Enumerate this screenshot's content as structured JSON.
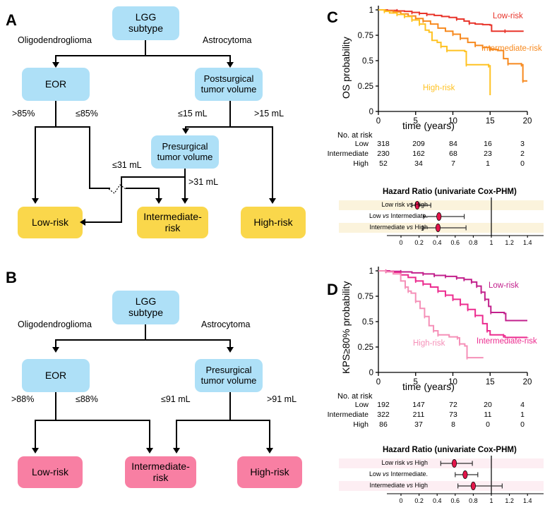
{
  "figure": {
    "panels": [
      "A",
      "B",
      "C",
      "D"
    ]
  },
  "panelA": {
    "letter": "A",
    "nodes": {
      "root": "LGG\nsubtype",
      "left": "EOR",
      "right": "Postsurgical\ntumor volume",
      "mid": "Presurgical\ntumor volume",
      "low": "Low-risk",
      "intermediate": "Intermediate-\nrisk",
      "high": "High-risk"
    },
    "edges": {
      "oligo": "Oligodendroglioma",
      "astro": "Astrocytoma",
      "eor_gt": ">85%",
      "eor_le": "≤85%",
      "post_le": "≤15 mL",
      "post_gt": ">15 mL",
      "pre_le": "≤31 mL",
      "pre_gt": ">31 mL"
    }
  },
  "panelB": {
    "letter": "B",
    "nodes": {
      "root": "LGG\nsubtype",
      "left": "EOR",
      "right": "Presurgical\ntumor volume",
      "low": "Low-risk",
      "intermediate": "Intermediate-\nrisk",
      "high": "High-risk"
    },
    "edges": {
      "oligo": "Oligodendroglioma",
      "astro": "Astrocytoma",
      "eor_gt": ">88%",
      "eor_le": "≤88%",
      "pre_le": "≤91 mL",
      "pre_gt": ">91 mL"
    }
  },
  "panelC": {
    "letter": "C",
    "chart_data": {
      "type": "line",
      "title": "",
      "xlabel": "time (years)",
      "ylabel": "OS probability",
      "xlim": [
        0,
        20
      ],
      "ylim": [
        0,
        1
      ],
      "xticks": [
        "0",
        "5",
        "10",
        "15",
        "20"
      ],
      "yticks": [
        "0",
        "0.25",
        "0.5",
        "0.75",
        "1"
      ],
      "grid": false,
      "legend_position": "inline-right",
      "series": [
        {
          "name": "Low-risk",
          "color": "#e8342a",
          "points": [
            [
              0,
              1.0
            ],
            [
              1.2,
              0.995
            ],
            [
              2.5,
              0.99
            ],
            [
              3.5,
              0.985
            ],
            [
              4.5,
              0.975
            ],
            [
              5.5,
              0.965
            ],
            [
              6.5,
              0.955
            ],
            [
              7.5,
              0.945
            ],
            [
              8.5,
              0.935
            ],
            [
              9.5,
              0.925
            ],
            [
              10.5,
              0.91
            ],
            [
              11.5,
              0.89
            ],
            [
              12.2,
              0.87
            ],
            [
              13.0,
              0.86
            ],
            [
              14.0,
              0.855
            ],
            [
              15.0,
              0.85
            ],
            [
              15.2,
              0.79
            ],
            [
              17.0,
              0.79
            ],
            [
              19.5,
              0.79
            ]
          ]
        },
        {
          "name": "Intermediate-risk",
          "color": "#f7891e",
          "points": [
            [
              0,
              1.0
            ],
            [
              1.0,
              0.99
            ],
            [
              2.0,
              0.98
            ],
            [
              3.0,
              0.96
            ],
            [
              4.0,
              0.94
            ],
            [
              5.0,
              0.915
            ],
            [
              6.0,
              0.89
            ],
            [
              7.0,
              0.86
            ],
            [
              8.0,
              0.82
            ],
            [
              9.0,
              0.79
            ],
            [
              10.0,
              0.76
            ],
            [
              11.0,
              0.72
            ],
            [
              12.0,
              0.68
            ],
            [
              13.0,
              0.65
            ],
            [
              14.0,
              0.63
            ],
            [
              15.0,
              0.61
            ],
            [
              16.0,
              0.6
            ],
            [
              16.8,
              0.52
            ],
            [
              17.4,
              0.47
            ],
            [
              19.2,
              0.46
            ],
            [
              19.4,
              0.3
            ],
            [
              20.0,
              0.3
            ]
          ]
        },
        {
          "name": "High-risk",
          "color": "#ffc222",
          "points": [
            [
              0,
              1.0
            ],
            [
              0.8,
              0.985
            ],
            [
              1.5,
              0.97
            ],
            [
              2.5,
              0.955
            ],
            [
              3.5,
              0.935
            ],
            [
              4.5,
              0.9
            ],
            [
              5.5,
              0.86
            ],
            [
              6.3,
              0.8
            ],
            [
              6.8,
              0.78
            ],
            [
              7.2,
              0.7
            ],
            [
              7.9,
              0.68
            ],
            [
              8.4,
              0.64
            ],
            [
              9.2,
              0.6
            ],
            [
              11.6,
              0.59
            ],
            [
              11.8,
              0.46
            ],
            [
              14.8,
              0.45
            ],
            [
              15.0,
              0.16
            ]
          ]
        }
      ]
    },
    "at_risk": {
      "title": "No. at risk",
      "rows": [
        {
          "label": "Low",
          "values": [
            "318",
            "209",
            "84",
            "16",
            "3"
          ]
        },
        {
          "label": "Intermediate",
          "values": [
            "230",
            "162",
            "68",
            "23",
            "2"
          ]
        },
        {
          "label": "High",
          "values": [
            "52",
            "34",
            "7",
            "1",
            "0"
          ]
        }
      ]
    },
    "hazard": {
      "title": "Hazard Ratio (univariate Cox-PHM)",
      "xticks": [
        "0",
        "0.2",
        "0.4",
        "0.6",
        "0.8",
        "1",
        "1.2",
        "1.4"
      ],
      "xlim": [
        0,
        1.5
      ],
      "reference": 1,
      "band_color": "#fbf3dc",
      "marker_color": "#e2154a",
      "rows": [
        {
          "label_pre": "Low risk ",
          "label_it": "vs",
          "label_post": " High",
          "hr": 0.18,
          "lo": 0.12,
          "hi": 0.33
        },
        {
          "label_pre": "Low ",
          "label_it": "vs",
          "label_post": " Intermediate.",
          "hr": 0.42,
          "lo": 0.25,
          "hi": 0.7
        },
        {
          "label_pre": "Intermediate ",
          "label_it": "vs",
          "label_post": " High",
          "hr": 0.41,
          "lo": 0.24,
          "hi": 0.72
        }
      ]
    }
  },
  "panelD": {
    "letter": "D",
    "chart_data": {
      "type": "line",
      "title": "",
      "xlabel": "time (years)",
      "ylabel": "KPS≥80% probability",
      "xlim": [
        0,
        20
      ],
      "ylim": [
        0,
        1
      ],
      "xticks": [
        "0",
        "5",
        "10",
        "15",
        "20"
      ],
      "yticks": [
        "0",
        "0.25",
        "0.5",
        "0.75",
        "1"
      ],
      "grid": false,
      "legend_position": "inline-right",
      "series": [
        {
          "name": "Low-risk",
          "color": "#c2208c",
          "points": [
            [
              0,
              1.0
            ],
            [
              1.5,
              0.995
            ],
            [
              3.0,
              0.99
            ],
            [
              4.5,
              0.98
            ],
            [
              6.0,
              0.97
            ],
            [
              7.5,
              0.955
            ],
            [
              9.0,
              0.945
            ],
            [
              10.5,
              0.93
            ],
            [
              11.5,
              0.915
            ],
            [
              12.5,
              0.89
            ],
            [
              13.2,
              0.85
            ],
            [
              13.8,
              0.79
            ],
            [
              14.3,
              0.72
            ],
            [
              14.8,
              0.65
            ],
            [
              15.1,
              0.59
            ],
            [
              16.9,
              0.58
            ],
            [
              17.1,
              0.51
            ],
            [
              20.0,
              0.51
            ]
          ]
        },
        {
          "name": "Intermediate-risk",
          "color": "#ec2c8f",
          "points": [
            [
              0,
              1.0
            ],
            [
              1.0,
              0.995
            ],
            [
              2.0,
              0.985
            ],
            [
              3.0,
              0.96
            ],
            [
              4.0,
              0.935
            ],
            [
              5.0,
              0.9
            ],
            [
              6.0,
              0.87
            ],
            [
              7.0,
              0.84
            ],
            [
              8.0,
              0.8
            ],
            [
              9.0,
              0.76
            ],
            [
              10.0,
              0.72
            ],
            [
              11.0,
              0.67
            ],
            [
              12.0,
              0.62
            ],
            [
              13.0,
              0.56
            ],
            [
              14.0,
              0.48
            ],
            [
              14.6,
              0.41
            ],
            [
              15.0,
              0.37
            ],
            [
              16.8,
              0.36
            ],
            [
              17.0,
              0.345
            ],
            [
              20.0,
              0.345
            ]
          ]
        },
        {
          "name": "High-risk",
          "color": "#f590b8",
          "points": [
            [
              0,
              1.0
            ],
            [
              1.0,
              0.99
            ],
            [
              2.0,
              0.97
            ],
            [
              3.0,
              0.9
            ],
            [
              3.6,
              0.84
            ],
            [
              4.0,
              0.8
            ],
            [
              4.4,
              0.78
            ],
            [
              5.0,
              0.7
            ],
            [
              5.6,
              0.63
            ],
            [
              6.2,
              0.55
            ],
            [
              6.8,
              0.46
            ],
            [
              7.4,
              0.41
            ],
            [
              8.0,
              0.37
            ],
            [
              9.5,
              0.35
            ],
            [
              10.6,
              0.34
            ],
            [
              10.9,
              0.28
            ],
            [
              11.6,
              0.26
            ],
            [
              11.9,
              0.145
            ],
            [
              14.1,
              0.145
            ]
          ]
        }
      ]
    },
    "at_risk": {
      "title": "No. at risk",
      "rows": [
        {
          "label": "Low",
          "values": [
            "192",
            "147",
            "72",
            "20",
            "4"
          ]
        },
        {
          "label": "Intermediate",
          "values": [
            "322",
            "211",
            "73",
            "11",
            "1"
          ]
        },
        {
          "label": "High",
          "values": [
            "86",
            "37",
            "8",
            "0",
            "0"
          ]
        }
      ]
    },
    "hazard": {
      "title": "Hazard Ratio (univariate Cox-PHM)",
      "xticks": [
        "0",
        "0.2",
        "0.4",
        "0.6",
        "0.8",
        "1",
        "1.2",
        "1.4"
      ],
      "xlim": [
        0,
        1.5
      ],
      "reference": 1,
      "band_color": "#fdeef3",
      "marker_color": "#e2154a",
      "rows": [
        {
          "label_pre": "Low risk ",
          "label_it": "vs",
          "label_post": " High",
          "hr": 0.59,
          "lo": 0.44,
          "hi": 0.79
        },
        {
          "label_pre": "Low ",
          "label_it": "vs",
          "label_post": " Intermediate.",
          "hr": 0.71,
          "lo": 0.6,
          "hi": 0.85
        },
        {
          "label_pre": "Intermediate ",
          "label_it": "vs",
          "label_post": " High",
          "hr": 0.8,
          "lo": 0.63,
          "hi": 1.12
        }
      ]
    }
  }
}
